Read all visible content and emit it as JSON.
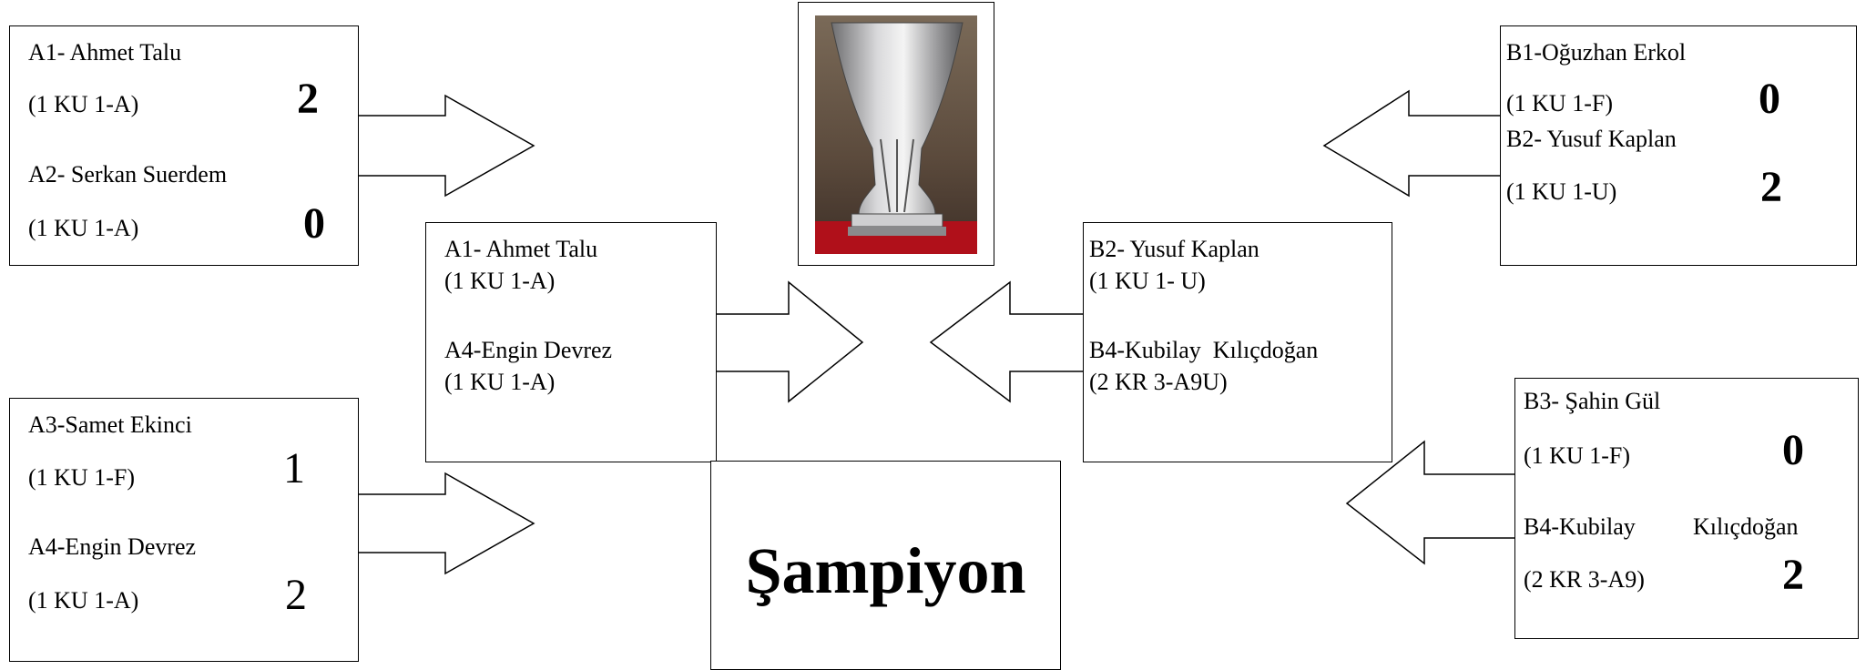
{
  "left_group_top": {
    "player1": {
      "name": "A1- Ahmet Talu",
      "class": "(1 KU 1-A)",
      "score": "2"
    },
    "player2": {
      "name": "A2- Serkan Suerdem",
      "class": "(1 KU 1-A)",
      "score": "0"
    }
  },
  "left_group_bottom": {
    "player1": {
      "name": "A3-Samet Ekinci",
      "class": "(1 KU 1-F)",
      "score": "1"
    },
    "player2": {
      "name": "A4-Engin Devrez",
      "class": "(1 KU 1-A)",
      "score": "2"
    }
  },
  "left_semifinal": {
    "player1": {
      "name": "A1- Ahmet Talu",
      "class": "(1 KU 1-A)"
    },
    "player2": {
      "name": "A4-Engin Devrez",
      "class": "(1 KU 1-A)"
    }
  },
  "right_group_top": {
    "player1": {
      "name": "B1-Oğuzhan Erkol",
      "class": "(1 KU 1-F)",
      "score": "0"
    },
    "player2": {
      "name": "B2- Yusuf Kaplan",
      "class": "(1 KU 1-U)",
      "score": "2"
    }
  },
  "right_group_bottom": {
    "player1": {
      "name": "B3- Şahin Gül",
      "class": "(1 KU 1-F)",
      "score": "0"
    },
    "player2": {
      "name": "B4-Kubilay",
      "name_rest": "Kılıçdoğan",
      "class": "(2 KR 3-A9)",
      "score": "2"
    }
  },
  "right_semifinal": {
    "player1": {
      "name": "B2- Yusuf Kaplan",
      "class": "(1 KU 1- U)"
    },
    "player2": {
      "name": "B4-Kubilay  Kılıçdoğan",
      "class": "(2 KR 3-A9U)"
    }
  },
  "champion": {
    "label": "Şampiyon"
  },
  "trophy": {
    "icon": "trophy-photo-icon"
  }
}
